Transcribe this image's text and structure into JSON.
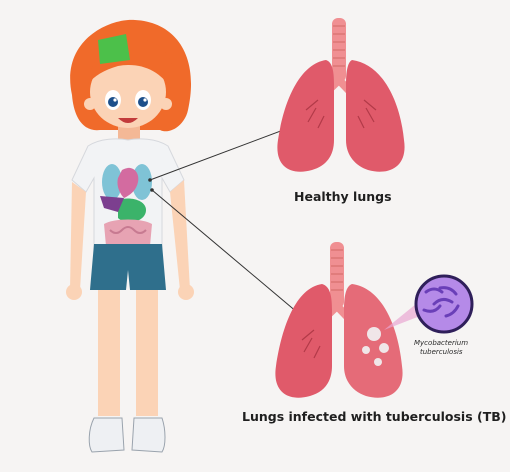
{
  "labels": {
    "healthy": "Healthy lungs",
    "infected": "Lungs infected with tuberculosis (TB)",
    "bacterium_line1": "Mycobacterium",
    "bacterium_line2": "tuberculosis"
  },
  "colors": {
    "background": "#f6f4f3",
    "lung": "#e05a6a",
    "lung_shade": "#c8404f",
    "trachea": "#f08f92",
    "hair": "#f06a2a",
    "shirt": "#f2f3f5",
    "shorts": "#2f6f8c",
    "skin": "#fbd3b6",
    "bacterium": "#8b5cd6",
    "infection_spot": "#f0e6e8",
    "leader_line": "#333333"
  },
  "icons": [
    "girl-figure",
    "healthy-lungs",
    "infected-lungs",
    "mycobacterium-magnifier"
  ]
}
